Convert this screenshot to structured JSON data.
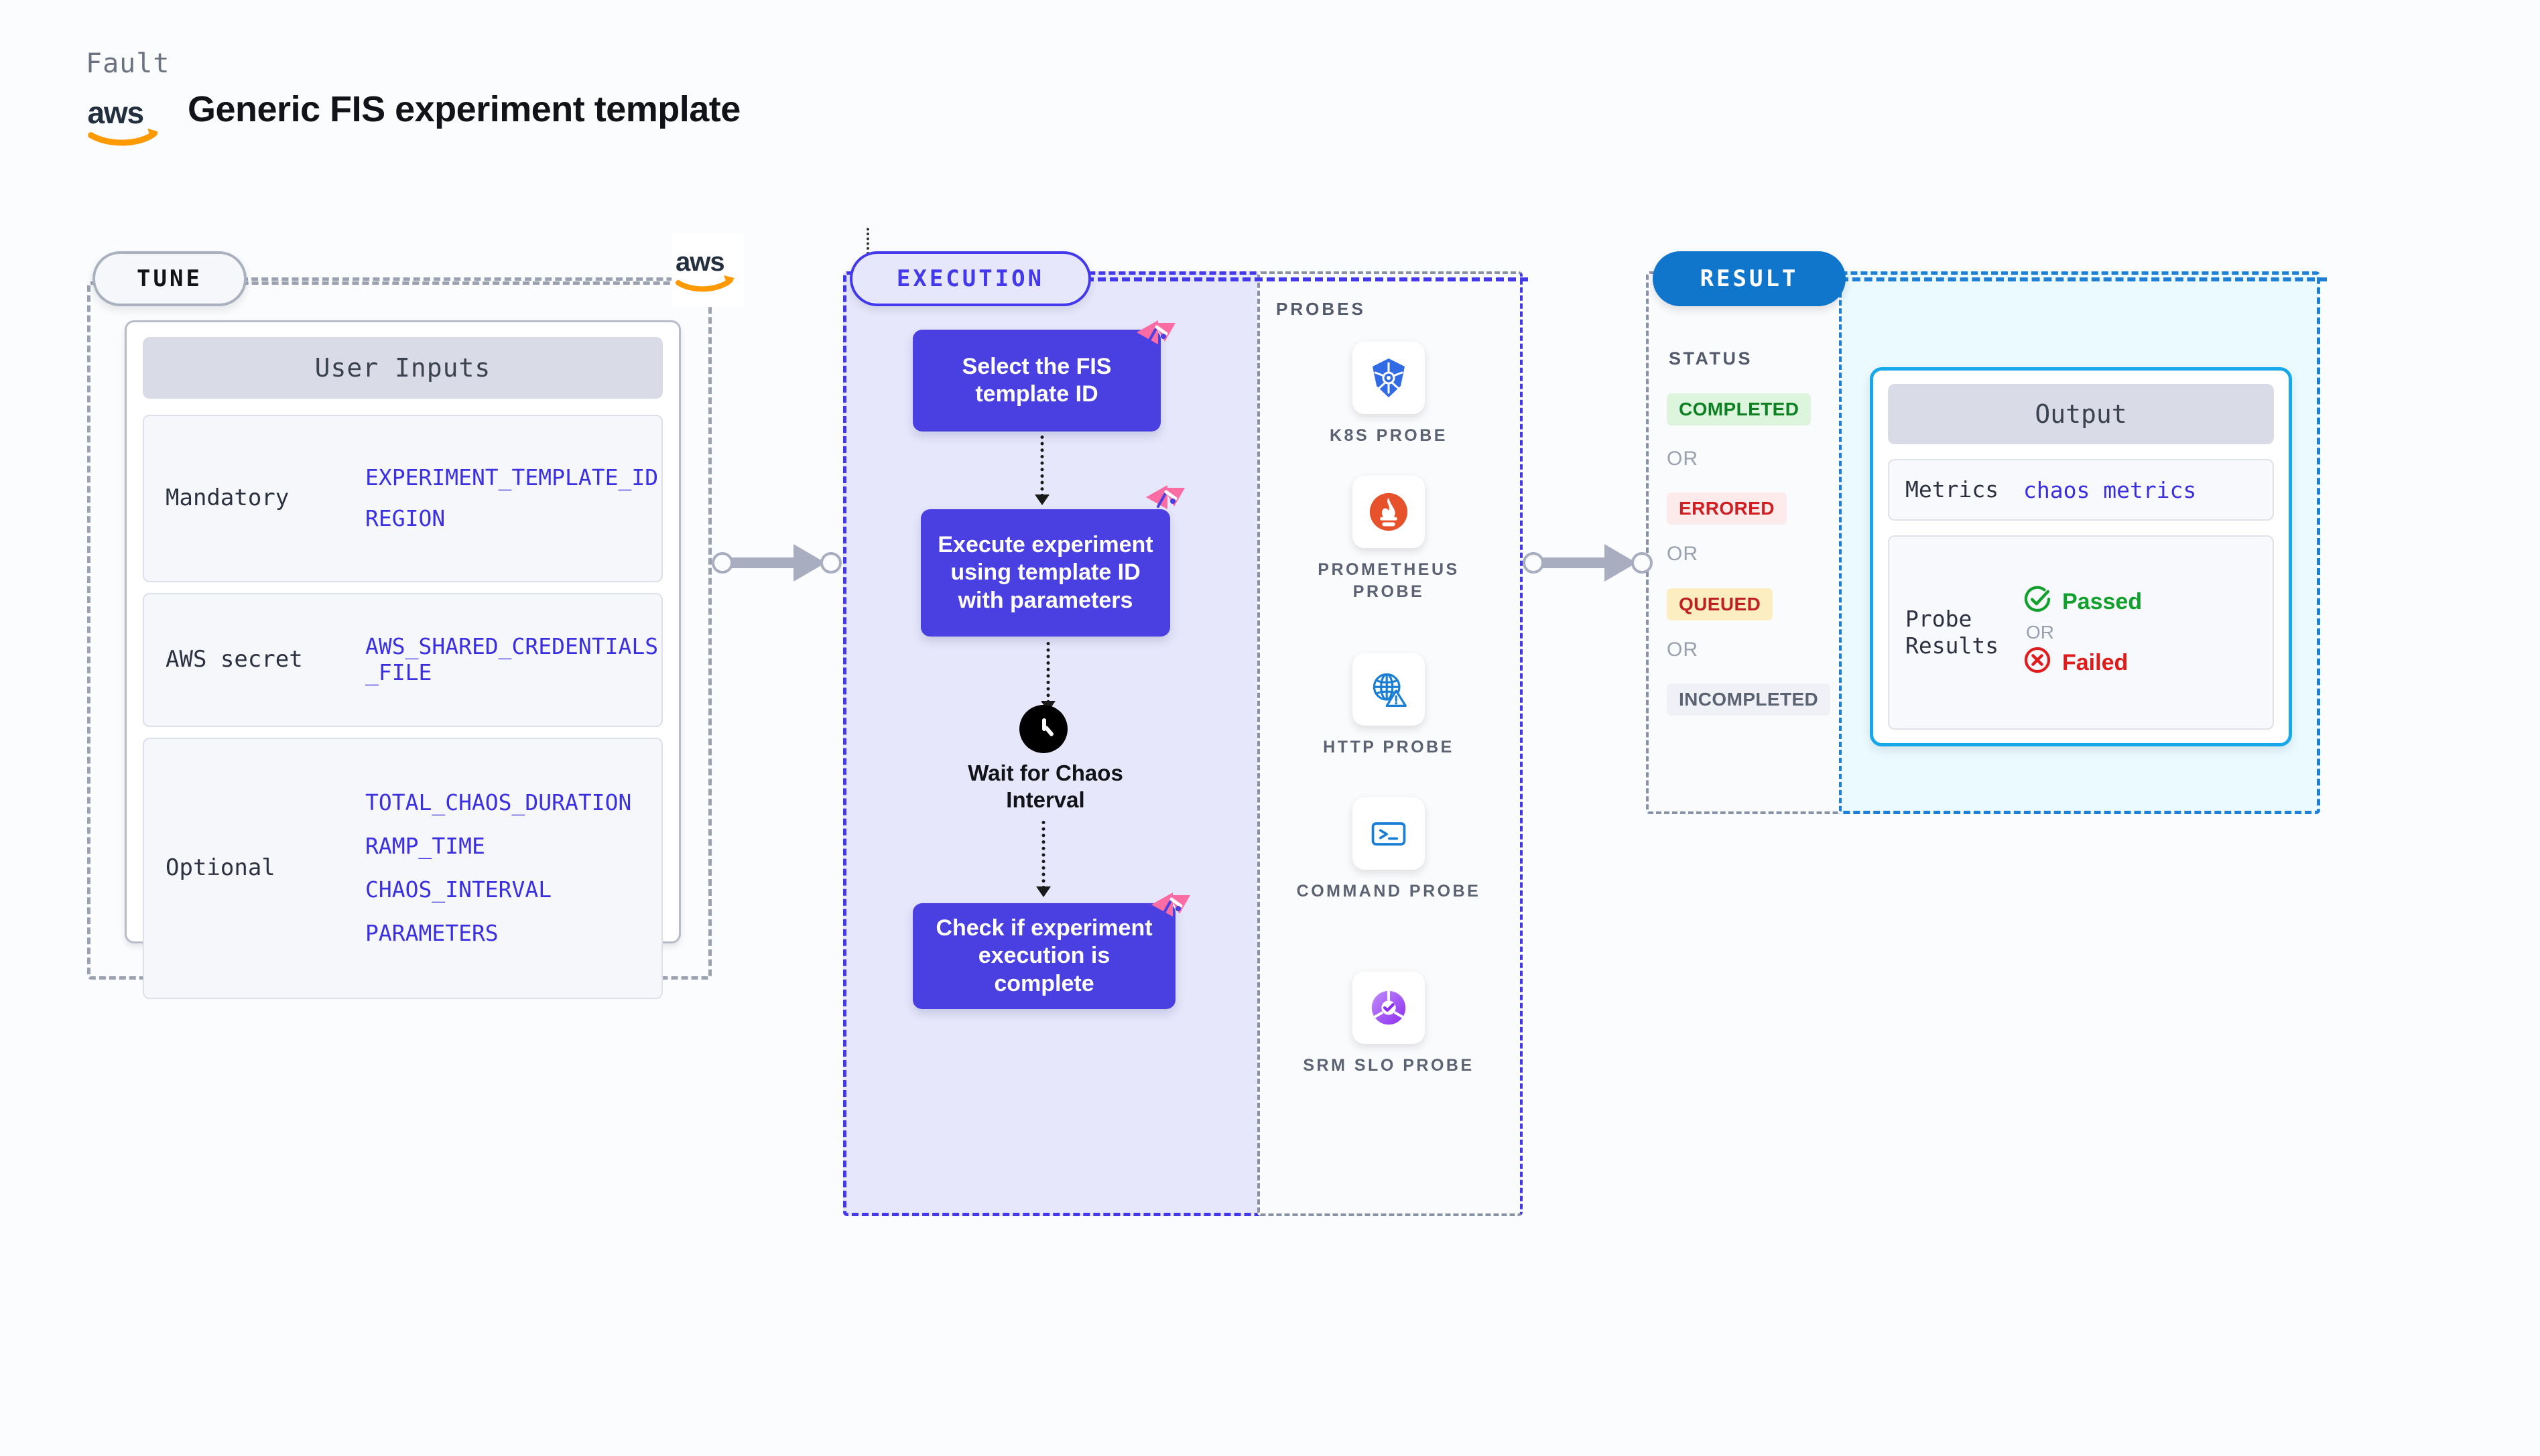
{
  "header": {
    "eyebrow": "Fault",
    "title": "Generic FIS experiment template",
    "brand_icon": "aws-logo-icon"
  },
  "colors": {
    "tune_accent": "#9aa2b1",
    "execution_accent": "#4338ea",
    "result_accent": "#1f7fd4",
    "node_fill": "#4a3fe0",
    "litmus_pink": "#fb6ca4",
    "aws_orange": "#f90",
    "output_border": "#16a8e8"
  },
  "stages": {
    "tune": {
      "label": "TUNE",
      "card": {
        "title": "User Inputs",
        "rows": [
          {
            "label": "Mandatory",
            "values": [
              "EXPERIMENT_TEMPLATE_ID",
              "REGION"
            ]
          },
          {
            "label": "AWS secret",
            "values": [
              "AWS_SHARED_CREDENTIALS",
              "_FILE"
            ]
          },
          {
            "label": "Optional",
            "values": [
              "TOTAL_CHAOS_DURATION",
              "RAMP_TIME",
              "CHAOS_INTERVAL",
              "PARAMETERS"
            ]
          }
        ]
      }
    },
    "execution": {
      "label": "EXECUTION",
      "nodes": [
        {
          "text": "Select the FIS template ID",
          "badge": "litmus-icon"
        },
        {
          "text": "Execute experiment using template ID with parameters",
          "badge": "litmus-icon"
        },
        {
          "text": "Check if experiment execution is complete",
          "badge": "litmus-icon"
        }
      ],
      "wait": {
        "icon": "clock-icon",
        "text": "Wait for Chaos Interval"
      }
    },
    "probes": {
      "label": "PROBES",
      "items": [
        {
          "name": "K8S PROBE",
          "icon": "kubernetes-icon"
        },
        {
          "name": "PROMETHEUS PROBE",
          "icon": "prometheus-icon"
        },
        {
          "name": "HTTP PROBE",
          "icon": "http-globe-icon"
        },
        {
          "name": "COMMAND PROBE",
          "icon": "terminal-icon"
        },
        {
          "name": "SRM SLO PROBE",
          "icon": "srm-slo-icon"
        }
      ]
    },
    "result": {
      "label": "RESULT",
      "status": {
        "title": "STATUS",
        "or_label": "OR",
        "badges": [
          {
            "text": "COMPLETED",
            "tone": "success"
          },
          {
            "text": "ERRORED",
            "tone": "error"
          },
          {
            "text": "QUEUED",
            "tone": "warning"
          },
          {
            "text": "INCOMPLETED",
            "tone": "neutral"
          }
        ]
      },
      "output": {
        "title": "Output",
        "metrics_label": "Metrics",
        "metrics_value": "chaos metrics",
        "probe_results_label": "Probe Results",
        "passed": "Passed",
        "or_label": "OR",
        "failed": "Failed"
      }
    }
  }
}
